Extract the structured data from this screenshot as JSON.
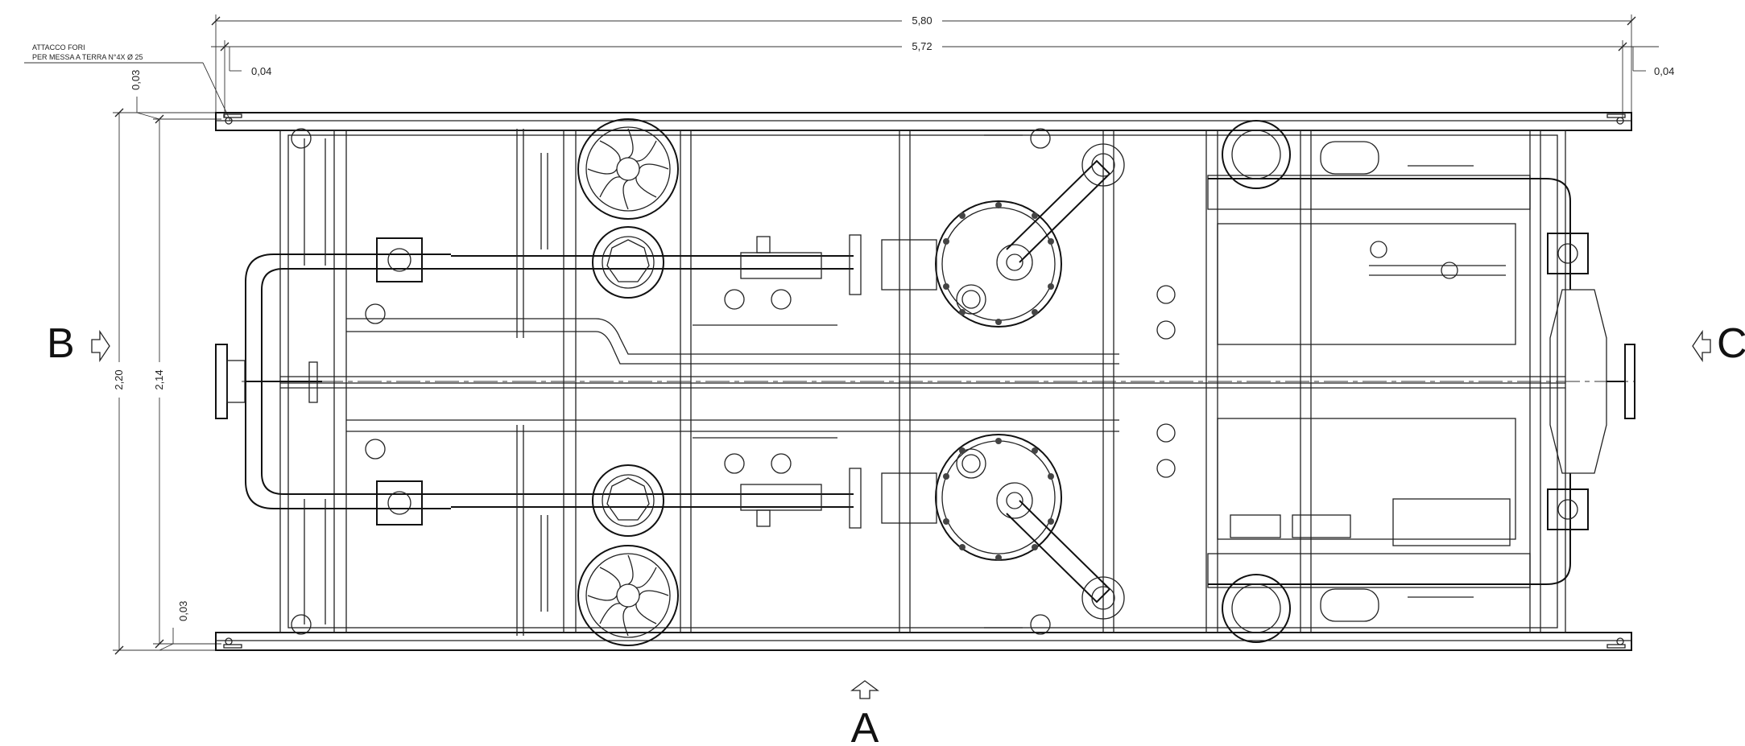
{
  "dimensions": {
    "overall_length": "5,80",
    "inner_length": "5,72",
    "offset_left": "0,04",
    "offset_right": "0,04",
    "overall_width": "2,20",
    "inner_width": "2,14",
    "rail_top": "0,03",
    "rail_bottom": "0,03"
  },
  "note": {
    "line1": "ATTACCO FORI",
    "line2": "PER MESSA A TERRA N°4X Ø 25"
  },
  "views": {
    "left": "B",
    "bottom": "A",
    "right": "C"
  }
}
